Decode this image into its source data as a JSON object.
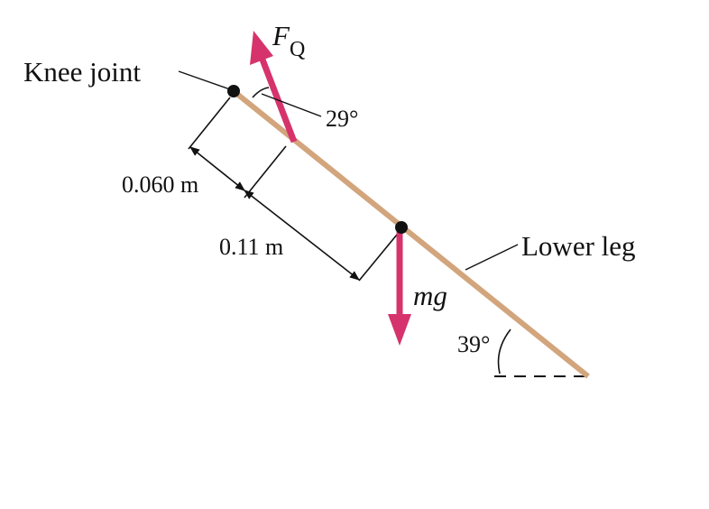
{
  "labels": {
    "knee_joint": "Knee joint",
    "lower_leg": "Lower leg",
    "force_q_symbol": "F",
    "force_q_subscript": "Q",
    "weight": "mg",
    "force_angle": "29°",
    "leg_angle": "39°",
    "dist_knee_to_force": "0.060 m",
    "dist_knee_to_cg": "0.11 m"
  },
  "colors": {
    "leg": "#d2a57c",
    "force_arrow": "#d6336c",
    "lines": "#111111",
    "points": "#111111",
    "background": "#ffffff"
  }
}
